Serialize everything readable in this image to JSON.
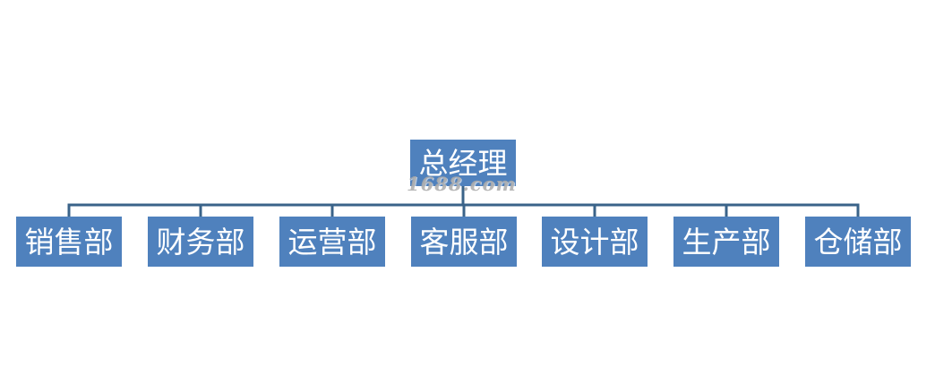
{
  "org_chart": {
    "root": {
      "label": "总经理"
    },
    "departments": [
      {
        "label": "销售部"
      },
      {
        "label": "财务部"
      },
      {
        "label": "运营部"
      },
      {
        "label": "客服部"
      },
      {
        "label": "设计部"
      },
      {
        "label": "生产部"
      },
      {
        "label": "仓储部"
      }
    ]
  },
  "watermark": {
    "text": "1688.com"
  },
  "colors": {
    "node_fill": "#4f81bd",
    "node_text": "#ffffff",
    "connector": "#3a6389",
    "background": "#ffffff"
  }
}
